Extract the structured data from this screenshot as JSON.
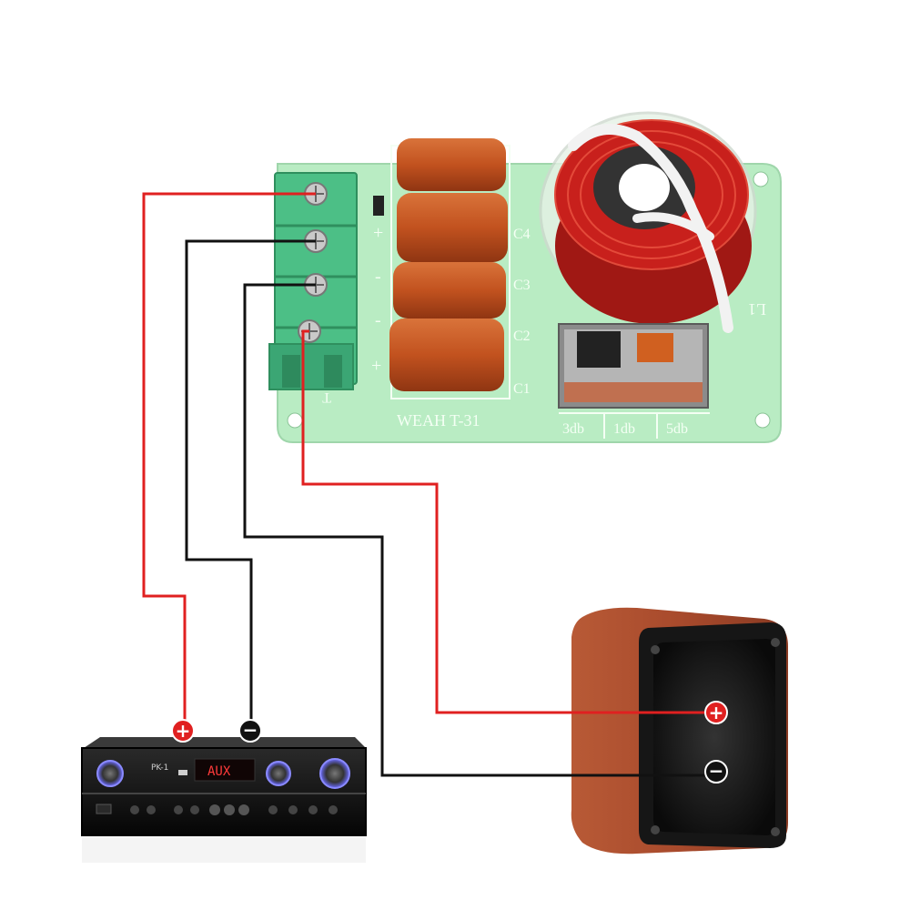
{
  "board": {
    "model_label": "WEAH T-31",
    "capacitor_labels": [
      "C4",
      "C3",
      "C2",
      "C1"
    ],
    "coil_label": "L1",
    "terminal_polarity": [
      "+",
      "-",
      "-",
      "+"
    ],
    "input_label": "T",
    "attenuation_labels": [
      "3db",
      "1db",
      "5db"
    ]
  },
  "amplifier": {
    "display_text": "AUX",
    "brand_text": "PK-1",
    "positive_symbol": "+",
    "negative_symbol": "−"
  },
  "speaker": {
    "positive_symbol": "+",
    "negative_symbol": "−"
  },
  "colors": {
    "positive_wire": "#e02020",
    "negative_wire": "#111111",
    "pcb": "#b9ecc3",
    "terminal_block": "#4cbf86",
    "capacitor": "#c2521f",
    "coil_copper": "#c8201c",
    "speaker_wood": "#a84a2c"
  }
}
